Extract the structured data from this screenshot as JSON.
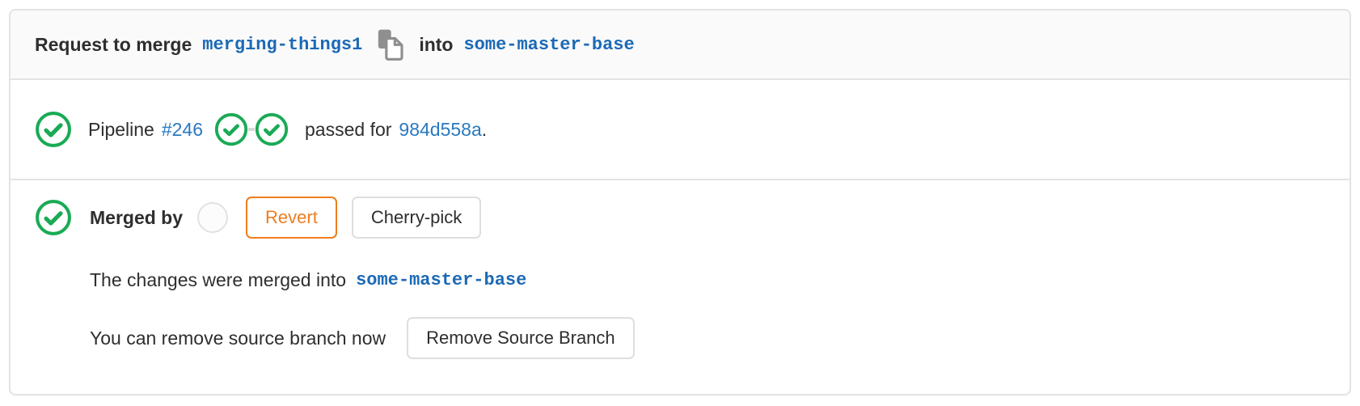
{
  "colors": {
    "success_green": "#1aaa55",
    "link_blue": "#2a79c0",
    "branch_blue": "#1b69b6",
    "warning_orange": "#ee7d1e",
    "border_gray": "#e3e3e3",
    "header_bg": "#fafafa",
    "text_dark": "#2e2e2e",
    "icon_gray": "#8f8f8f"
  },
  "header": {
    "request_text": "Request to merge",
    "source_branch": "merging-things1",
    "copy_icon": "copy-to-clipboard-icon",
    "into_text": "into",
    "target_branch": "some-master-base"
  },
  "pipeline": {
    "status_icon": "status-success-icon",
    "label": "Pipeline",
    "number": "#246",
    "stages": [
      {
        "status": "success",
        "icon": "stage-success-icon"
      },
      {
        "status": "success",
        "icon": "stage-success-icon"
      }
    ],
    "result_text": "passed for",
    "commit_sha": "984d558a",
    "period": "."
  },
  "merge_state": {
    "status_icon": "status-success-icon",
    "merged_by_label": "Merged by",
    "avatar": "user-avatar",
    "buttons": {
      "revert": "Revert",
      "cherry_pick": "Cherry-pick",
      "remove_source_branch": "Remove Source Branch"
    },
    "merged_into_text": "The changes were merged into",
    "merged_into_branch": "some-master-base",
    "remove_source_text": "You can remove source branch now"
  }
}
